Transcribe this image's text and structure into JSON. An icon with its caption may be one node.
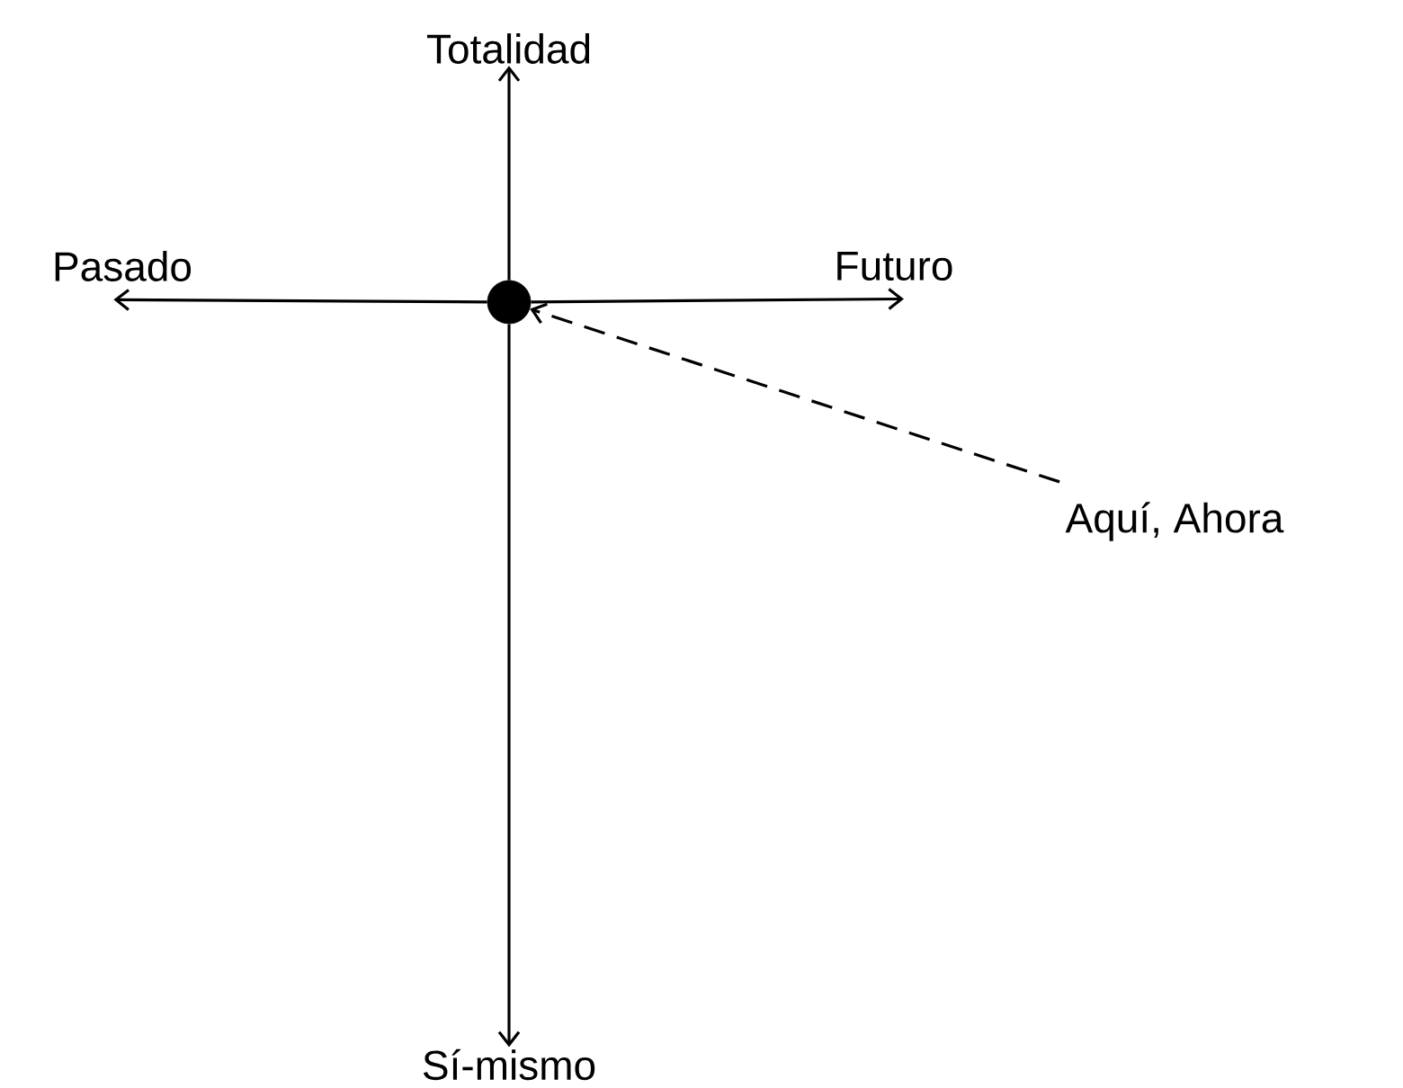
{
  "diagram": {
    "nodes": [
      {
        "text": [],
        "shape": "circle"
      },
      {
        "text": [
          "Totalidad"
        ]
      },
      {
        "text": [
          "Pasado"
        ]
      },
      {
        "text": [
          "Futuro"
        ]
      },
      {
        "text": [
          "Sí-mismo"
        ]
      },
      {
        "text": [
          "Aquí, Ahora"
        ]
      }
    ],
    "edges": [
      {
        "from": 0,
        "to": 1,
        "arrow": "to"
      },
      {
        "from": 0,
        "to": 2,
        "arrow": "to"
      },
      {
        "from": 0,
        "to": 3,
        "arrow": "to"
      },
      {
        "from": 0,
        "to": 4,
        "arrow": "to"
      },
      {
        "from": 5,
        "to": 0,
        "arrow": "to",
        "style": "dashed"
      }
    ]
  }
}
